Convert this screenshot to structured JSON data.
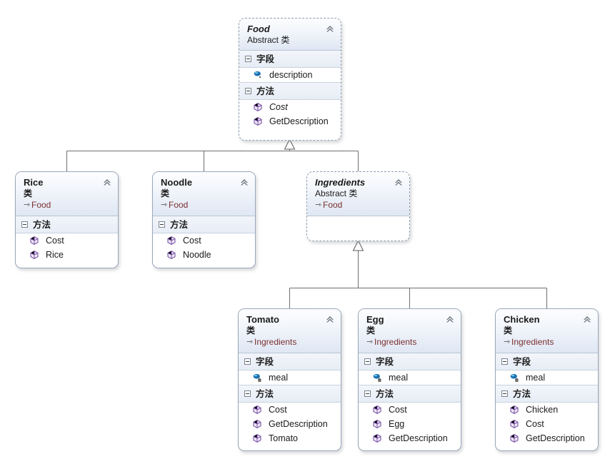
{
  "diagram": {
    "type": "uml-class-diagram",
    "kind_label": "类",
    "abstract_kind_label": "Abstract 类",
    "fields_label": "字段",
    "methods_label": "方法",
    "base_arrow_glyph": "⇾",
    "collapse_icon": "chevron-double-up",
    "colors": {
      "header_gradient_top": "#fdfdfe",
      "header_gradient_bottom": "#dfe7f4",
      "section_bg": "#e9eff7",
      "border": "#9aa7b8",
      "base_text": "#7b3030",
      "method_icon": "#7a52a8",
      "field_icon": "#1f6fb5",
      "connector": "#6f6f6f"
    }
  },
  "classes": [
    {
      "id": "food",
      "name": "Food",
      "kind": "Abstract 类",
      "abstract": true,
      "base": null,
      "collapse_tooltip": "Food",
      "sections": [
        {
          "id": "fields",
          "label": "字段",
          "members": [
            {
              "name": "description",
              "icon": "field-icon",
              "access": "private",
              "abstract": false
            }
          ]
        },
        {
          "id": "methods",
          "label": "方法",
          "members": [
            {
              "name": "Cost",
              "icon": "method-icon",
              "access": "protected",
              "abstract": true
            },
            {
              "name": "GetDescription",
              "icon": "method-icon",
              "access": "protected",
              "abstract": false
            }
          ]
        }
      ]
    },
    {
      "id": "rice",
      "name": "Rice",
      "kind": "类",
      "abstract": false,
      "base": "Food",
      "collapse_tooltip": "Rice",
      "sections": [
        {
          "id": "methods",
          "label": "方法",
          "members": [
            {
              "name": "Cost",
              "icon": "method-icon",
              "access": "protected",
              "abstract": false
            },
            {
              "name": "Rice",
              "icon": "method-icon",
              "access": "protected",
              "abstract": false
            }
          ]
        }
      ]
    },
    {
      "id": "noodle",
      "name": "Noodle",
      "kind": "类",
      "abstract": false,
      "base": "Food",
      "collapse_tooltip": "Noodle",
      "sections": [
        {
          "id": "methods",
          "label": "方法",
          "members": [
            {
              "name": "Cost",
              "icon": "method-icon",
              "access": "protected",
              "abstract": false
            },
            {
              "name": "Noodle",
              "icon": "method-icon",
              "access": "protected",
              "abstract": false
            }
          ]
        }
      ]
    },
    {
      "id": "ingredients",
      "name": "Ingredients",
      "kind": "Abstract 类",
      "abstract": true,
      "base": "Food",
      "collapse_tooltip": "Ingredients",
      "sections": []
    },
    {
      "id": "tomato",
      "name": "Tomato",
      "kind": "类",
      "abstract": false,
      "base": "Ingredients",
      "collapse_tooltip": "Tomato",
      "sections": [
        {
          "id": "fields",
          "label": "字段",
          "members": [
            {
              "name": "meal",
              "icon": "field-icon",
              "access": "protected",
              "abstract": false
            }
          ]
        },
        {
          "id": "methods",
          "label": "方法",
          "members": [
            {
              "name": "Cost",
              "icon": "method-icon",
              "access": "protected",
              "abstract": false
            },
            {
              "name": "GetDescription",
              "icon": "method-icon",
              "access": "protected",
              "abstract": false
            },
            {
              "name": "Tomato",
              "icon": "method-icon",
              "access": "protected",
              "abstract": false
            }
          ]
        }
      ]
    },
    {
      "id": "egg",
      "name": "Egg",
      "kind": "类",
      "abstract": false,
      "base": "Ingredients",
      "collapse_tooltip": "Egg",
      "sections": [
        {
          "id": "fields",
          "label": "字段",
          "members": [
            {
              "name": "meal",
              "icon": "field-icon",
              "access": "protected",
              "abstract": false
            }
          ]
        },
        {
          "id": "methods",
          "label": "方法",
          "members": [
            {
              "name": "Cost",
              "icon": "method-icon",
              "access": "protected",
              "abstract": false
            },
            {
              "name": "Egg",
              "icon": "method-icon",
              "access": "protected",
              "abstract": false
            },
            {
              "name": "GetDescription",
              "icon": "method-icon",
              "access": "protected",
              "abstract": false
            }
          ]
        }
      ]
    },
    {
      "id": "chicken",
      "name": "Chicken",
      "kind": "类",
      "abstract": false,
      "base": "Ingredients",
      "collapse_tooltip": "Chicken",
      "sections": [
        {
          "id": "fields",
          "label": "字段",
          "members": [
            {
              "name": "meal",
              "icon": "field-icon",
              "access": "protected",
              "abstract": false
            }
          ]
        },
        {
          "id": "methods",
          "label": "方法",
          "members": [
            {
              "name": "Chicken",
              "icon": "method-icon",
              "access": "protected",
              "abstract": false
            },
            {
              "name": "Cost",
              "icon": "method-icon",
              "access": "protected",
              "abstract": false
            },
            {
              "name": "GetDescription",
              "icon": "method-icon",
              "access": "protected",
              "abstract": false
            }
          ]
        }
      ]
    }
  ],
  "relationships": [
    {
      "type": "inheritance",
      "from": "Rice",
      "to": "Food"
    },
    {
      "type": "inheritance",
      "from": "Noodle",
      "to": "Food"
    },
    {
      "type": "inheritance",
      "from": "Ingredients",
      "to": "Food"
    },
    {
      "type": "inheritance",
      "from": "Tomato",
      "to": "Ingredients"
    },
    {
      "type": "inheritance",
      "from": "Egg",
      "to": "Ingredients"
    },
    {
      "type": "inheritance",
      "from": "Chicken",
      "to": "Ingredients"
    }
  ]
}
